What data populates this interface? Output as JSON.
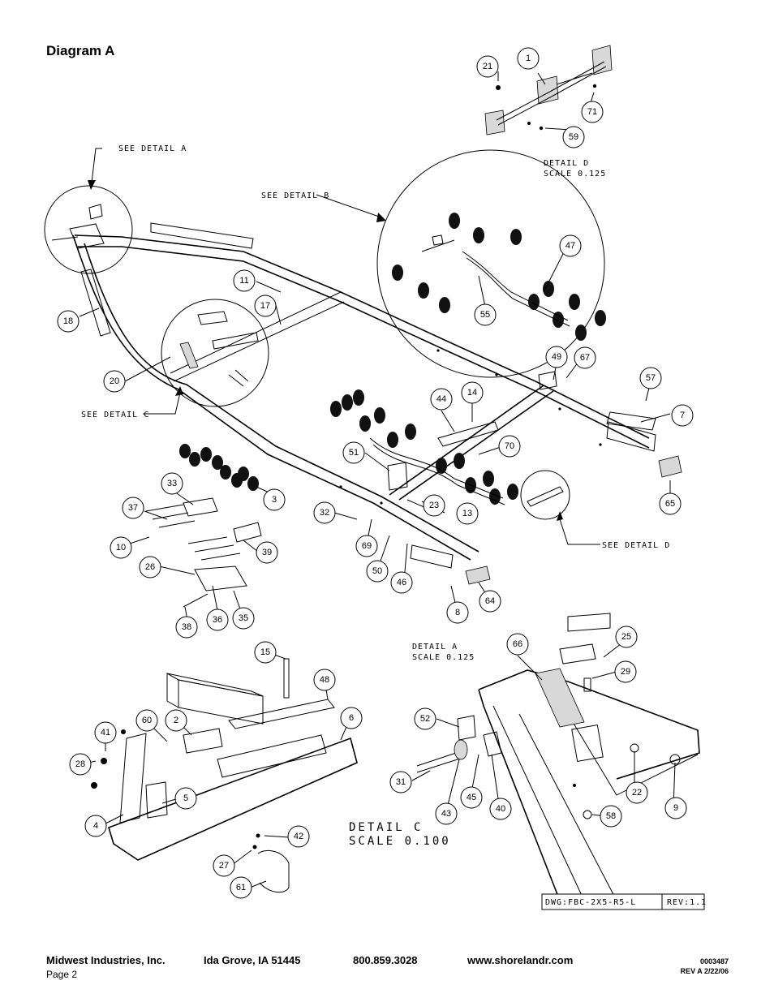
{
  "title": "Diagram A",
  "labels": {
    "see_detail_a": "SEE DETAIL  A",
    "see_detail_b": "SEE DETAIL  B",
    "see_detail_c": "SEE DETAIL  C",
    "see_detail_d": "SEE DETAIL  D",
    "detail_d_title": "DETAIL  D",
    "detail_d_scale": "SCALE  0.125",
    "detail_a_title": "DETAIL  A",
    "detail_a_scale": "SCALE  0.125",
    "detail_c_title": "DETAIL  C",
    "detail_c_scale": "SCALE  0.100",
    "dwg": "DWG:FBC-2X5-R5-L",
    "rev": "REV:1.1"
  },
  "callouts": [
    "21",
    "1",
    "71",
    "59",
    "47",
    "55",
    "11",
    "17",
    "18",
    "20",
    "49",
    "67",
    "57",
    "7",
    "44",
    "14",
    "51",
    "70",
    "65",
    "33",
    "3",
    "37",
    "10",
    "39",
    "32",
    "69",
    "23",
    "13",
    "26",
    "50",
    "46",
    "8",
    "64",
    "38",
    "36",
    "35",
    "25",
    "66",
    "29",
    "15",
    "48",
    "60",
    "2",
    "6",
    "41",
    "28",
    "4",
    "5",
    "42",
    "27",
    "61",
    "52",
    "31",
    "43",
    "45",
    "40",
    "22",
    "58",
    "9"
  ],
  "footer": {
    "company": "Midwest Industries, Inc.",
    "location": "Ida Grove, IA  51445",
    "phone": "800.859.3028",
    "website": "www.shorelandr.com",
    "page": "Page 2",
    "doc_number": "0003487",
    "revision": "REV A  2/22/06"
  }
}
